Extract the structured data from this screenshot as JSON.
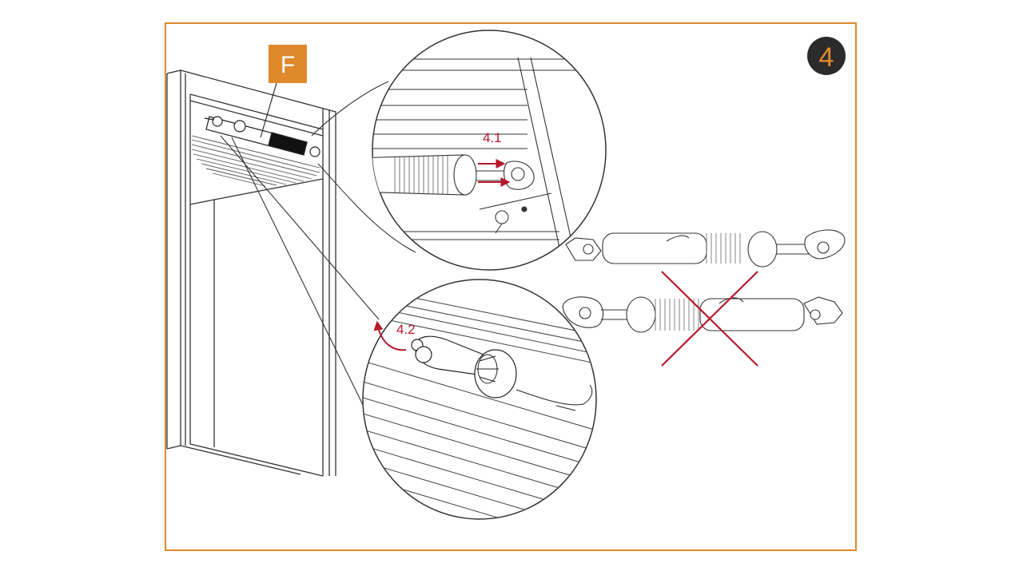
{
  "step_number": "4",
  "part_label": "F",
  "callouts": {
    "step_a": "4.1",
    "step_b": "4.2"
  },
  "colors": {
    "frame": "#e0892c",
    "badge_fill": "#e0892c",
    "step_circle": "#2b2b2b",
    "annotation": "#b5192c",
    "line": "#333333"
  },
  "icons": {
    "wrong": "cross-mark-icon",
    "arrow": "arrow-icon"
  }
}
